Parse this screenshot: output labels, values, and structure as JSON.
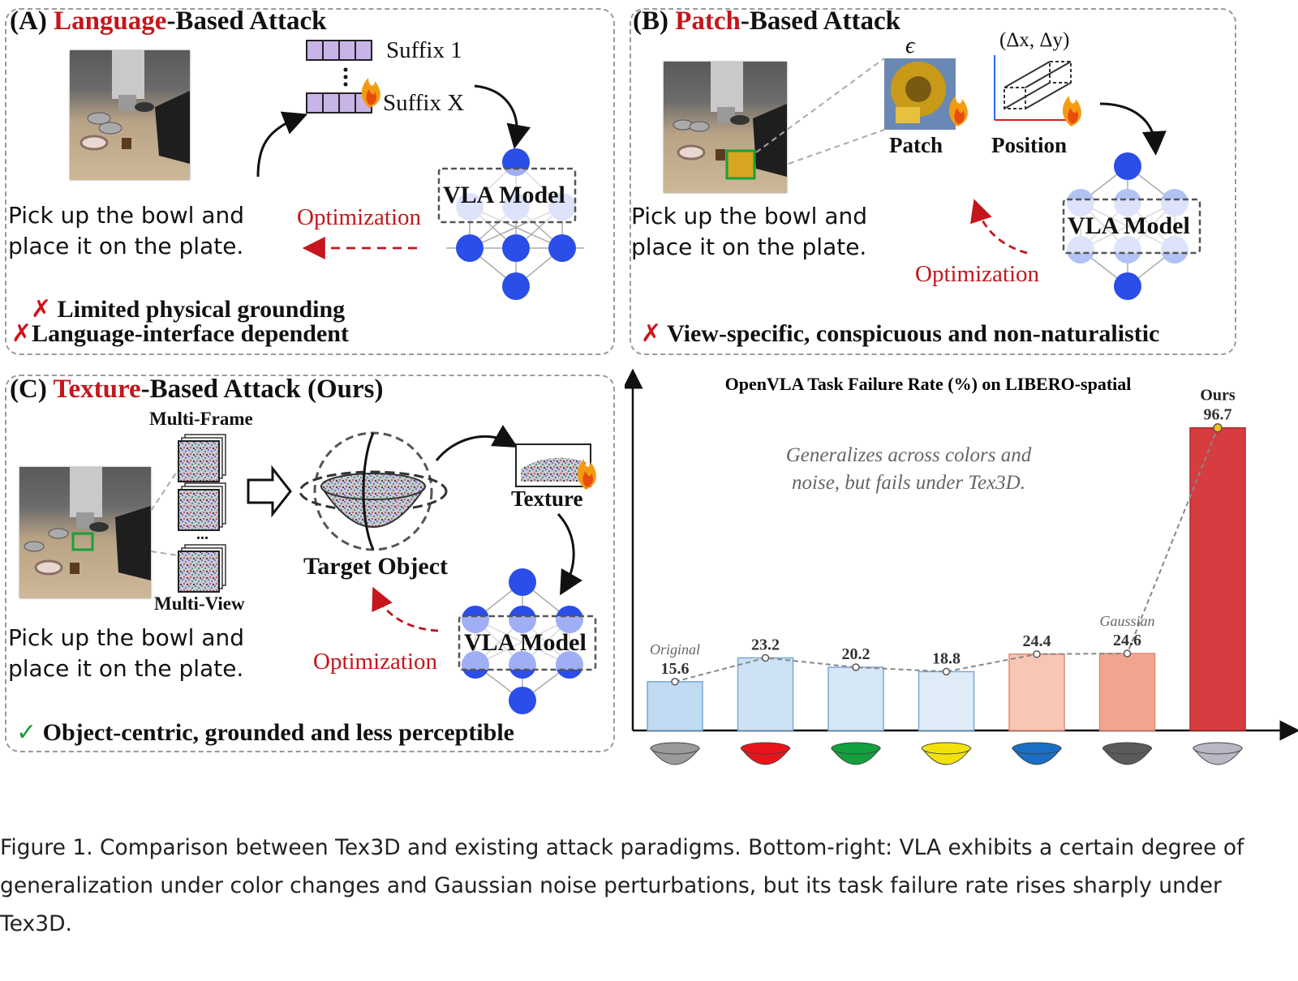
{
  "panel_a": {
    "label": "(A)",
    "title_red": "Language",
    "title_rest": "-Based Attack",
    "suffix_1": "Suffix 1",
    "suffix_x": "Suffix X",
    "instruction_line1": "Pick up the bowl and",
    "instruction_line2": "place it on the plate.",
    "model_label": "VLA Model",
    "optimization": "Optimization",
    "con_1": "Limited physical grounding",
    "con_2": "Language-interface dependent"
  },
  "panel_b": {
    "label": "(B)",
    "title_red": "Patch",
    "title_rest": "-Based Attack",
    "epsilon": "ϵ",
    "delta": "(Δx, Δy)",
    "patch_label": "Patch",
    "position_label": "Position",
    "instruction_line1": "Pick up the bowl and",
    "instruction_line2": "place it on the plate.",
    "model_label": "VLA Model",
    "optimization": "Optimization",
    "con_1": "View-specific, conspicuous and non-naturalistic"
  },
  "panel_c": {
    "label": "(C)",
    "title_red": "Texture",
    "title_rest": "-Based Attack (Ours)",
    "multi_frame": "Multi-Frame",
    "multi_view": "Multi-View",
    "dots": "...",
    "target_object": "Target Object",
    "texture_label": "Texture",
    "instruction_line1": "Pick up the bowl and",
    "instruction_line2": "place it on the plate.",
    "model_label": "VLA Model",
    "optimization": "Optimization",
    "pro_1": "Object-centric, grounded and less perceptible"
  },
  "marks": {
    "cross": "✗",
    "check": "✓"
  },
  "chart_data": {
    "type": "bar",
    "title": "OpenVLA Task Failure Rate (%) on LIBERO-spatial",
    "annotation_line1": "Generalizes across colors and",
    "annotation_line2": "noise, but fails under Tex3D.",
    "categories": [
      "Original",
      "Red",
      "Green",
      "Yellow",
      "Blue",
      "Gaussian",
      "Ours"
    ],
    "category_labels_shown": [
      "Original",
      "",
      "",
      "",
      "",
      "Gaussian",
      "Ours"
    ],
    "values": [
      15.6,
      23.2,
      20.2,
      18.8,
      24.4,
      24.6,
      96.7
    ],
    "ylim": [
      0,
      100
    ],
    "xlabel": "",
    "ylabel": "",
    "grid": false,
    "bar_colors": [
      "#bfdaf1",
      "#cde2f4",
      "#d6e7f6",
      "#dfecf8",
      "#f7c6b5",
      "#f1a58f",
      "#d63c40"
    ],
    "bowl_colors": [
      "#9a9a9a",
      "#e8141c",
      "#12a03c",
      "#f2e20c",
      "#1a6fc4",
      "#5a5a5a",
      "#b8b8c4"
    ]
  },
  "caption": "Figure 1. Comparison between Tex3D and existing attack paradigms. Bottom-right: VLA exhibits a certain degree of generalization under color changes and Gaussian noise perturbations, but its task failure rate rises sharply under Tex3D."
}
